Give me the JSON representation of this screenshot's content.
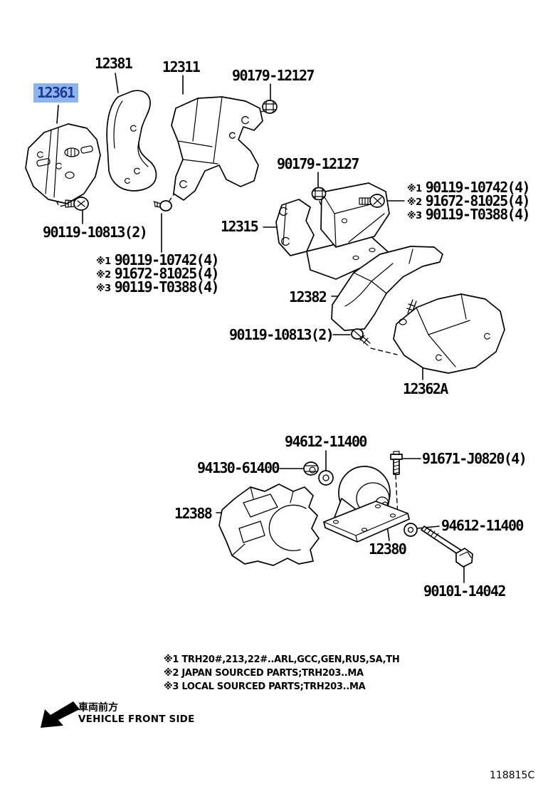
{
  "page": {
    "background": "#ffffff",
    "line_color": "#000000",
    "doc_code": "118815C"
  },
  "highlight": {
    "bg_color": "#8cb4f0",
    "text_color": "#1c3a92",
    "part": "12361"
  },
  "labels": {
    "p12381": "12381",
    "p12311": "12311",
    "b90179_top": "90179-12127",
    "p12361": "12361",
    "b90119_left": "90119-10813(2)",
    "b90179_mid": "90179-12127",
    "p12315": "12315",
    "p12382": "12382",
    "b90119_right": "90119-10813(2)",
    "p12362A": "12362A",
    "n94612_top": "94612-11400",
    "n94130": "94130-61400",
    "p12388": "12388",
    "b91671": "91671-J0820(4)",
    "p12380": "12380",
    "w94612_bottom": "94612-11400",
    "b90101": "90101-14042"
  },
  "note_group": {
    "items": [
      {
        "prefix": "※1",
        "number": "90119-10742(4)"
      },
      {
        "prefix": "※2",
        "number": "91672-81025(4)"
      },
      {
        "prefix": "※3",
        "number": "90119-T0388(4)"
      }
    ]
  },
  "footnotes": {
    "items": [
      {
        "prefix": "※1",
        "text": "TRH20#,213,22#..ARL,GCC,GEN,RUS,SA,TH"
      },
      {
        "prefix": "※2",
        "text": "JAPAN SOURCED PARTS;TRH203..MA"
      },
      {
        "prefix": "※3",
        "text": "LOCAL SOURCED PARTS;TRH203..MA"
      }
    ]
  },
  "vehicle_front": {
    "jp": "車両前方",
    "en": "VEHICLE FRONT SIDE"
  },
  "icons": {
    "arrow": "vehicle-front-arrow",
    "bolts": "bolt-icon",
    "nuts": "nut-icon",
    "washers": "washer-icon"
  }
}
